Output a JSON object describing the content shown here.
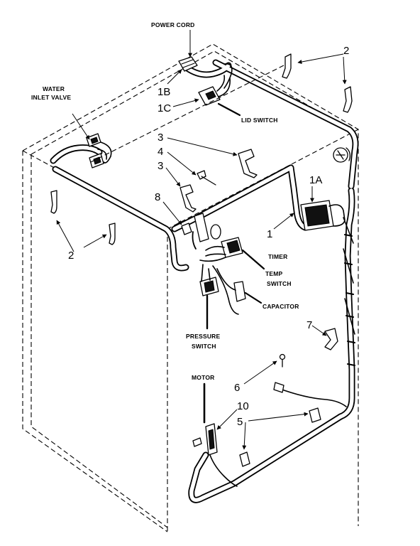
{
  "diagram": {
    "labels": {
      "power_cord": "POWER CORD",
      "water_inlet_valve_line1": "WATER",
      "water_inlet_valve_line2": "INLET VALVE",
      "lid_switch": "LID SWITCH",
      "timer": "TIMER",
      "temp_switch_line1": "TEMP",
      "temp_switch_line2": "SWITCH",
      "capacitor": "CAPACITOR",
      "pressure_switch_line1": "PRESSURE",
      "pressure_switch_line2": "SWITCH",
      "motor": "MOTOR"
    },
    "callouts": {
      "c1B": "1B",
      "c1C": "1C",
      "c1A": "1A",
      "c1": "1",
      "c2_top": "2",
      "c2_left": "2",
      "c3_upper": "3",
      "c4": "4",
      "c3_lower": "3",
      "c8": "8",
      "c7": "7",
      "c6": "6",
      "c10": "10",
      "c5": "5"
    }
  }
}
